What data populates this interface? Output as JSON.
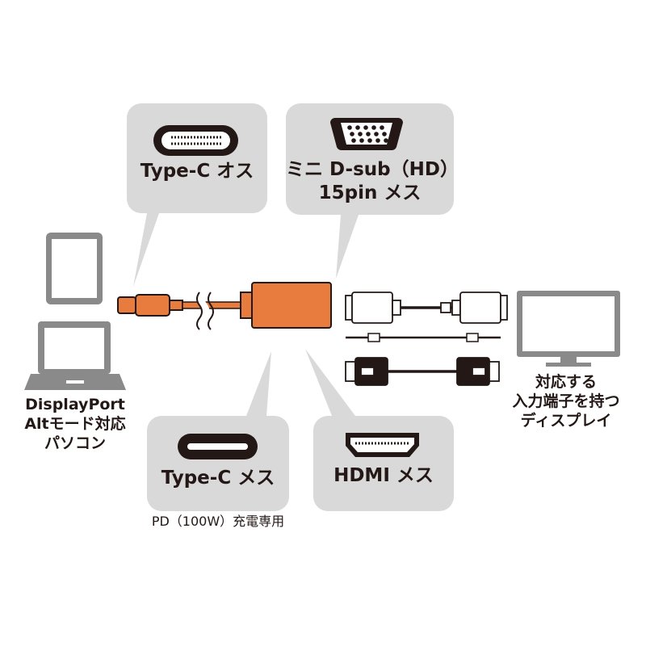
{
  "callouts": {
    "typec_male": "Type-C オス",
    "minidsub_line1": "ミニ D-sub（HD）",
    "minidsub_line2": "15pin メス",
    "typec_female": "Type-C メス",
    "hdmi_female": "HDMI メス"
  },
  "source_device": {
    "line1": "DisplayPort",
    "line2": "Altモード対応",
    "line3": "パソコン"
  },
  "display_device": {
    "line1": "対応する",
    "line2": "入力端子を持つ",
    "line3": "ディスプレイ"
  },
  "pd_note": "PD（100W）充電専用",
  "colors": {
    "bubble": "#d9d9d9",
    "adapter": "#e87b3e",
    "device_gray": "#8a8a8a",
    "text": "#231815"
  }
}
